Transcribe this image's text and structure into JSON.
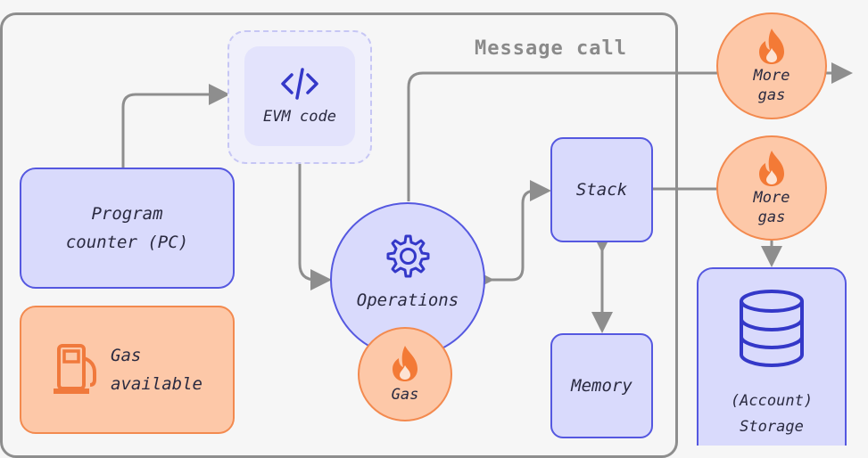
{
  "message_call": "Message call",
  "evm_code": "EVM code",
  "program_counter": "Program\ncounter (PC)",
  "gas_available": "Gas\navailable",
  "operations": "Operations",
  "gas": "Gas",
  "stack": "Stack",
  "memory": "Memory",
  "more_gas_1": "More\ngas",
  "more_gas_2": "More\ngas",
  "storage": "(Account)\nStorage",
  "colors": {
    "blue_fill": "#d9dafc",
    "blue_stroke": "#5558e0",
    "orange_fill": "#fdc8a8",
    "orange_stroke": "#f38a4f",
    "wire": "#8e8e8e"
  },
  "icons": [
    "code-icon",
    "gear-icon",
    "flame-icon",
    "fuel-pump-icon",
    "database-icon"
  ]
}
